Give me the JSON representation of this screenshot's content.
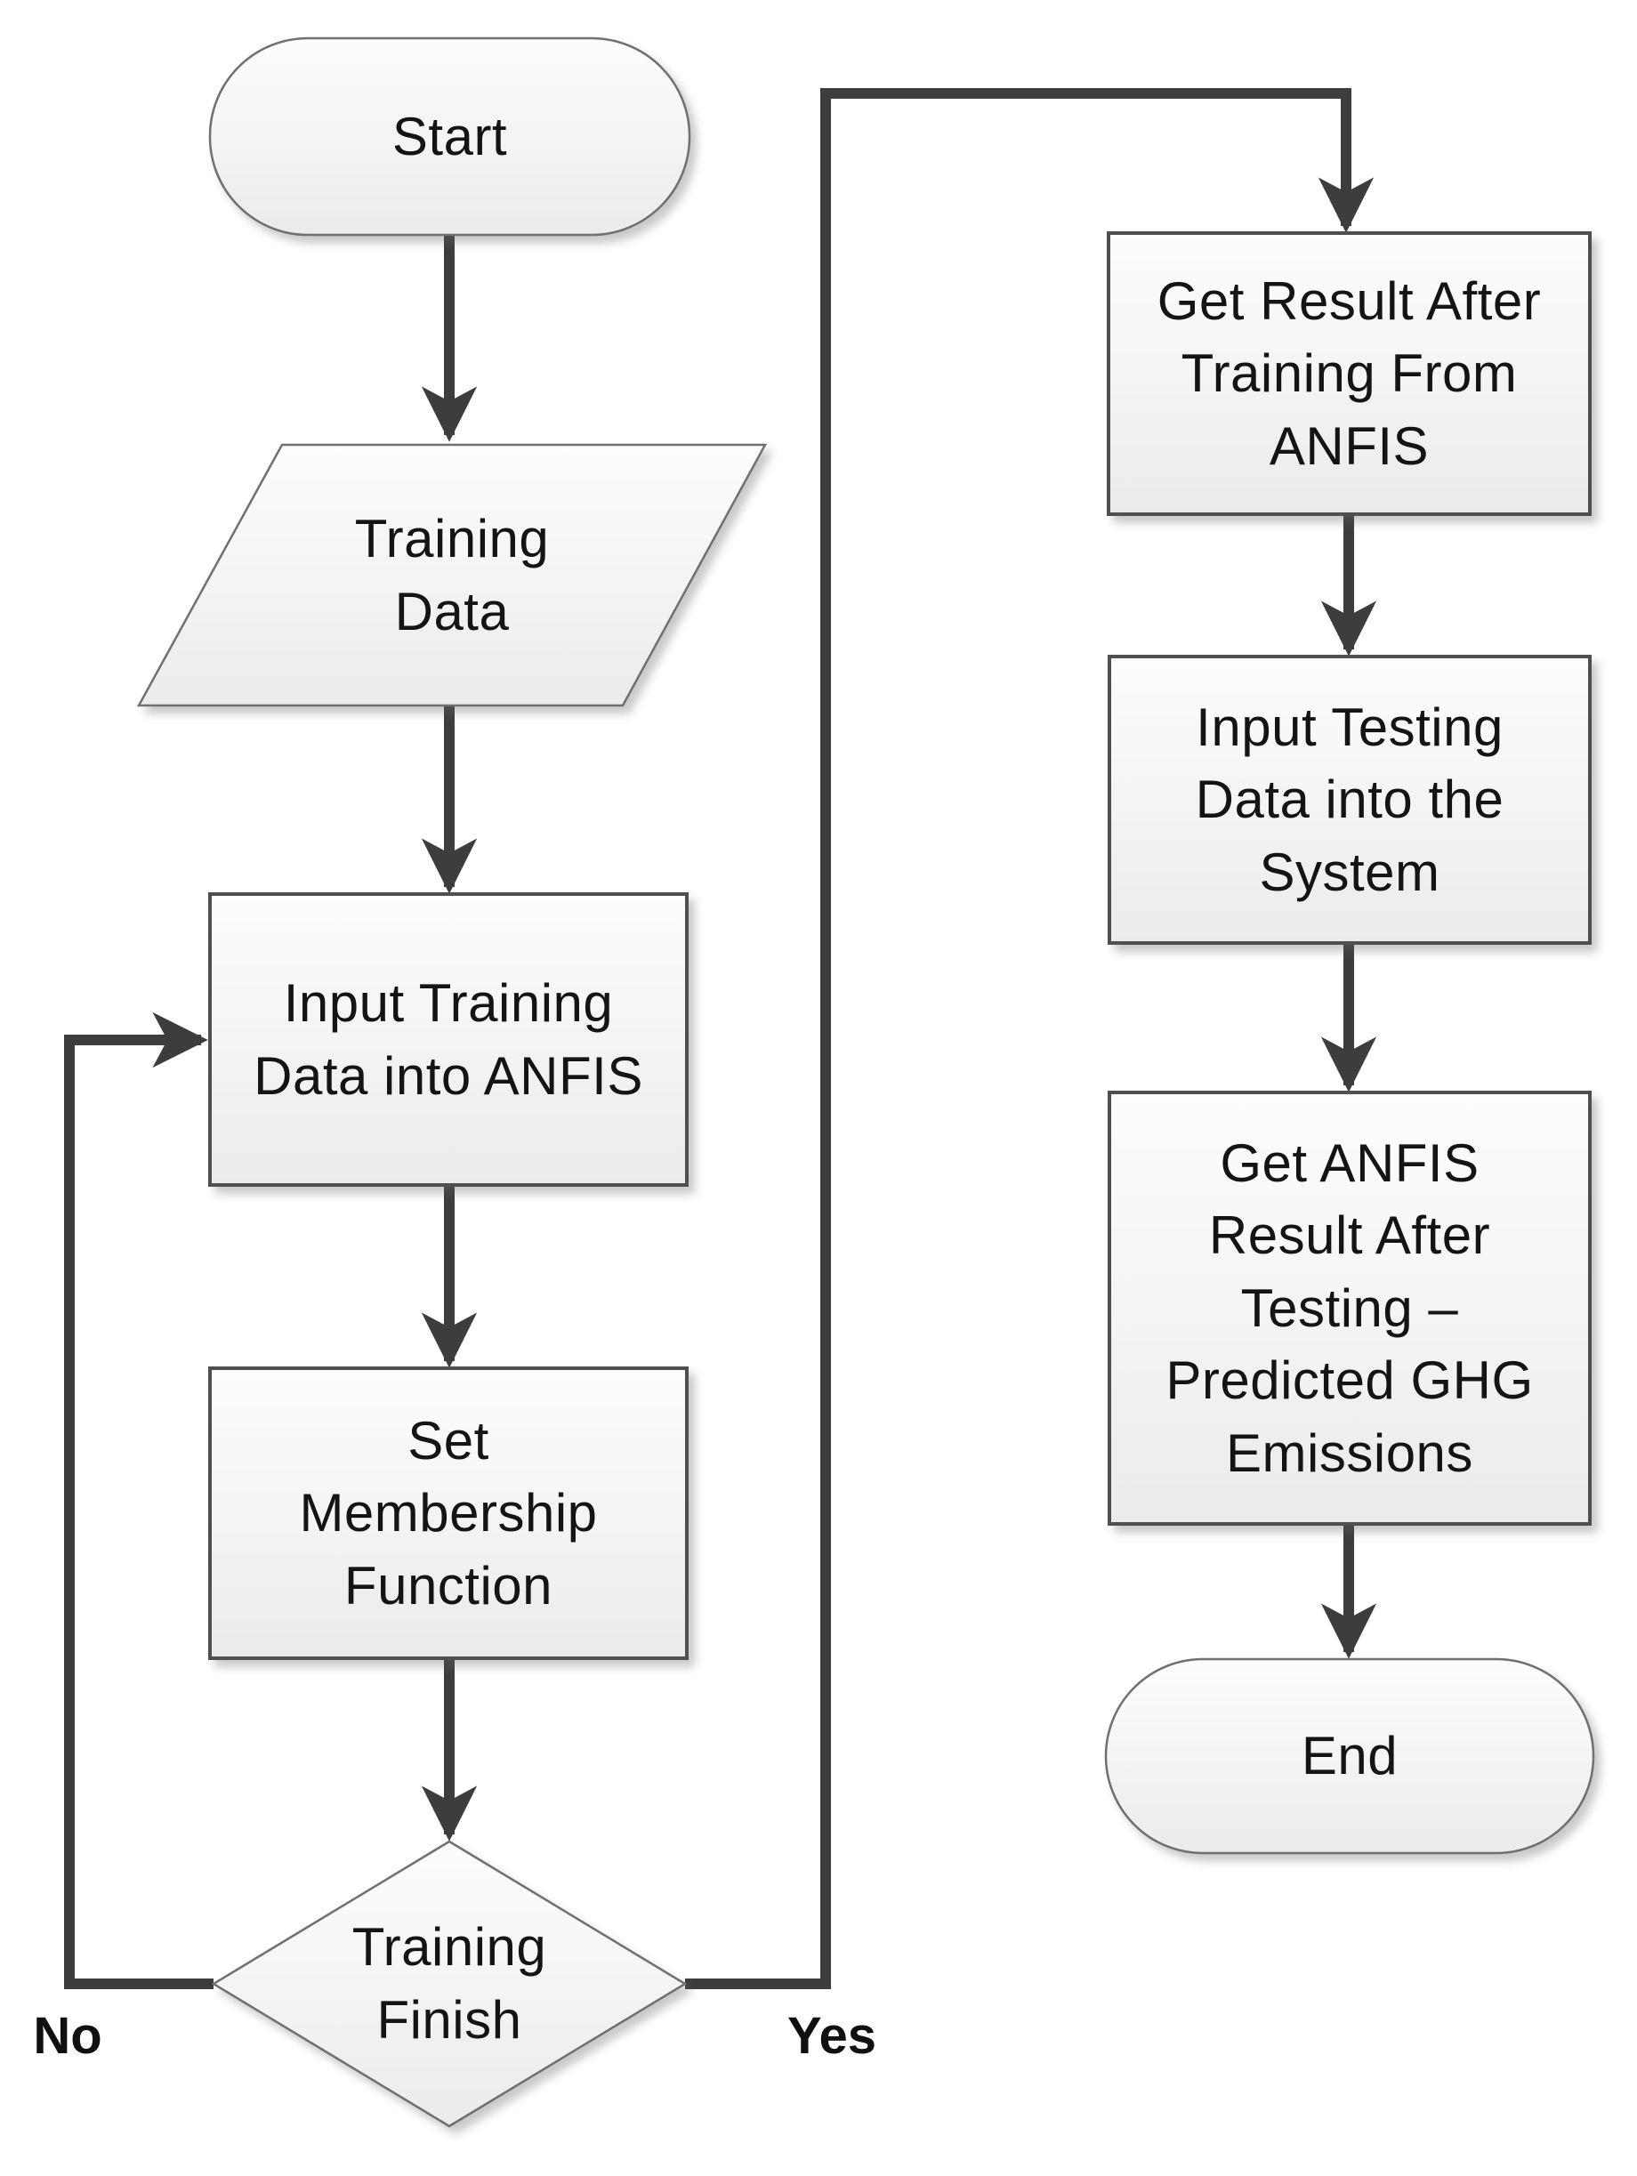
{
  "nodes": {
    "start": {
      "label": "Start",
      "type": "terminator"
    },
    "training_data": {
      "label": "Training\nData",
      "type": "data-parallelogram"
    },
    "input_training": {
      "label": "Input Training\nData into ANFIS",
      "type": "process"
    },
    "set_membership": {
      "label": "Set\nMembership\nFunction",
      "type": "process"
    },
    "training_finish": {
      "label": "Training\nFinish",
      "type": "decision"
    },
    "get_result_training": {
      "label": "Get Result After\nTraining From\nANFIS",
      "type": "process"
    },
    "input_testing": {
      "label": "Input Testing\nData into the\nSystem",
      "type": "process"
    },
    "get_result_testing": {
      "label": "Get ANFIS\nResult After\nTesting –\nPredicted GHG\nEmissions",
      "type": "process"
    },
    "end": {
      "label": "End",
      "type": "terminator"
    }
  },
  "edge_labels": {
    "no": "No",
    "yes": "Yes"
  },
  "colors": {
    "background": "#ffffff",
    "shape_fill_top": "#fdfdfd",
    "shape_fill_bottom": "#ebebeb",
    "process_border": "#4f4f4f",
    "thin_border": "#707070",
    "connector": "#3d3d3d",
    "text": "#141414"
  }
}
